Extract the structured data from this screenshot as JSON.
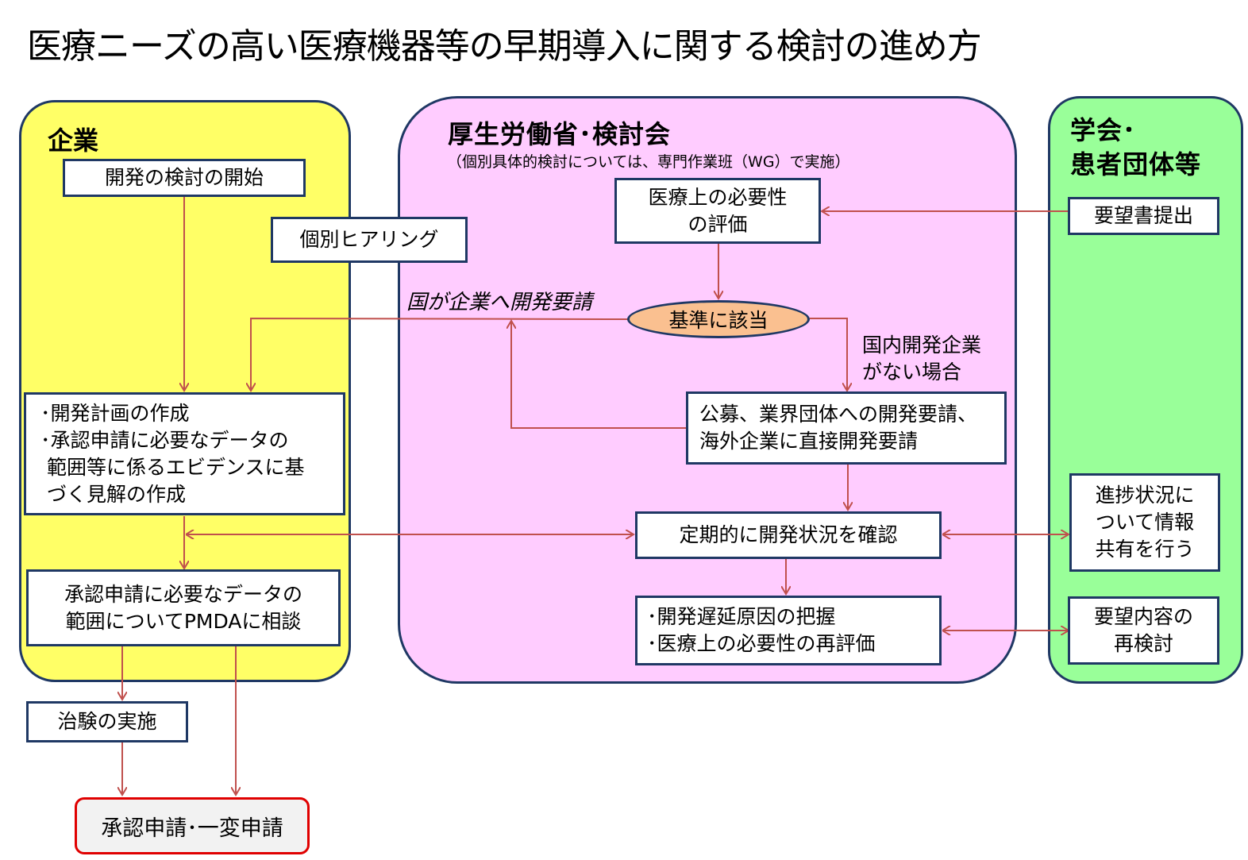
{
  "title": "医療ニーズの高い医療機器等の早期導入に関する検討の進め方",
  "regions": {
    "company": {
      "title": "企業"
    },
    "ministry": {
      "title": "厚生労働省･検討会",
      "subtitle": "（個別具体的検討については、専門作業班（WG）で実施）"
    },
    "society": {
      "title": "学会･\n患者団体等"
    }
  },
  "boxes": {
    "dev_start": "開発の検討の開始",
    "hearing": "個別ヒアリング",
    "dev_plan": "･開発計画の作成\n･承認申請に必要なデータの\n 範囲等に係るエビデンスに基\n づく見解の作成",
    "pmda_consult": "承認申請に必要なデータの\n範囲についてPMDAに相談",
    "trial": "治験の実施",
    "approval": "承認申請･一変申請",
    "need_eval": "医療上の必要性\nの評価",
    "criteria": "基準に該当",
    "public_request": "公募、業界団体への開発要請、\n海外企業に直接開発要請",
    "periodic_check": "定期的に開発状況を確認",
    "delay": "･開発遅延原因の把握\n･医療上の必要性の再評価",
    "request_submit": "要望書提出",
    "progress_share": "進捗状況に\nついて情報\n共有を行う",
    "reconsider": "要望内容の\n再検討"
  },
  "notes": {
    "gov_request": "国が企業へ開発要請",
    "no_domestic": "国内開発企業\nがない場合"
  },
  "colors": {
    "company_bg": "#ffff66",
    "ministry_bg": "#ffccff",
    "society_bg": "#99ff99",
    "border": "#1f3864",
    "arrow": "#c0504d",
    "criteria_bg": "#fac090",
    "final_border": "#e00000"
  }
}
